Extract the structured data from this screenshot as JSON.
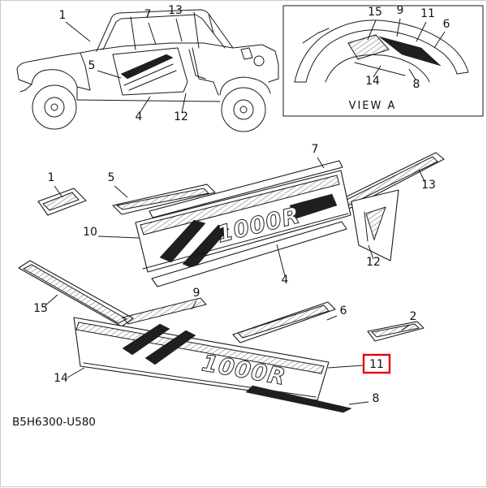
{
  "diagram": {
    "part_code": "B5H6300-U580",
    "view_label": "VIEW A",
    "main_decal_text": "1000R",
    "lower_decal_text": "1000R",
    "selected_callout": "11"
  },
  "colors": {
    "line": "#1a1a1a",
    "highlight": "#e60012",
    "background": "#ffffff"
  },
  "callouts": {
    "vehicle": [
      "1",
      "7",
      "13",
      "5",
      "4",
      "12"
    ],
    "view_a": [
      "15",
      "9",
      "11",
      "6",
      "14",
      "8"
    ],
    "exploded": [
      "1",
      "5",
      "7",
      "13",
      "10",
      "12",
      "4",
      "15",
      "9",
      "6",
      "2",
      "14",
      "11",
      "8"
    ]
  }
}
